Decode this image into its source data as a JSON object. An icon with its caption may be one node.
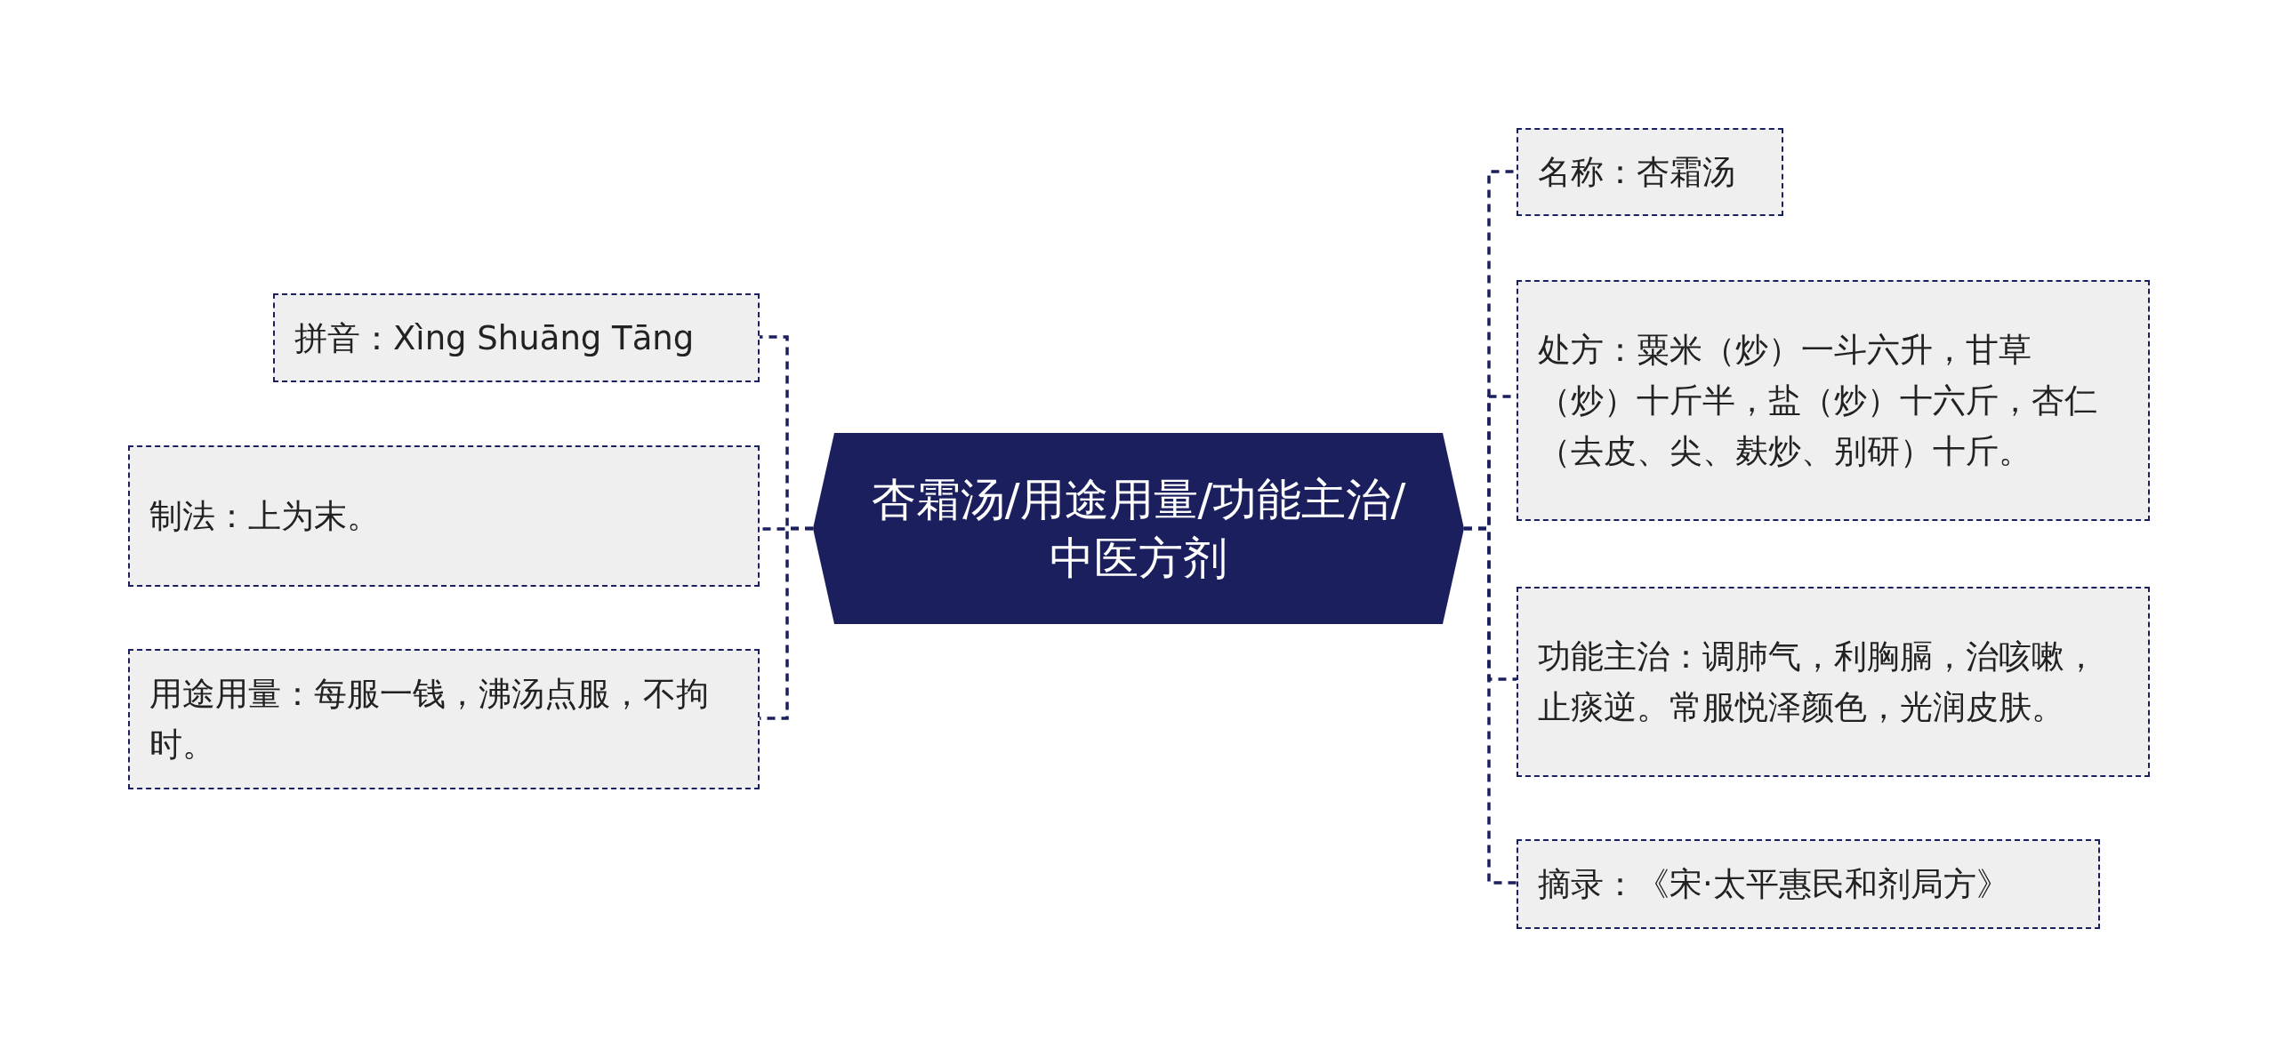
{
  "diagram": {
    "nodes": [
      {
        "text": [
          "杏霜汤/用途用量/功能主治/中医方剂"
        ]
      },
      {
        "text": [
          "拼音：Xìng Shuāng Tāng"
        ]
      },
      {
        "text": [
          "制法：上为末。"
        ]
      },
      {
        "text": [
          "用途用量：每服一钱，沸汤点服，不拘时。"
        ]
      },
      {
        "text": [
          "名称：杏霜汤"
        ]
      },
      {
        "text": [
          "处方：粟米（炒）一斗六升，甘草（炒）十斤半，盐（炒）十六斤，杏仁（去皮、尖、麸炒、别研）十斤。"
        ]
      },
      {
        "text": [
          "功能主治：调肺气，利胸膈，治咳嗽，止痰逆。常服悦泽颜色，光润皮肤。"
        ]
      },
      {
        "text": [
          "摘录：《宋·太平惠民和剂局方》"
        ]
      }
    ],
    "edges": [
      {
        "from": 0,
        "to": 1,
        "arrow": "none",
        "style": "dashed"
      },
      {
        "from": 0,
        "to": 2,
        "arrow": "none",
        "style": "dashed"
      },
      {
        "from": 0,
        "to": 3,
        "arrow": "none",
        "style": "dashed"
      },
      {
        "from": 0,
        "to": 4,
        "arrow": "none",
        "style": "dashed"
      },
      {
        "from": 0,
        "to": 5,
        "arrow": "none",
        "style": "dashed"
      },
      {
        "from": 0,
        "to": 6,
        "arrow": "none",
        "style": "dashed"
      },
      {
        "from": 0,
        "to": 7,
        "arrow": "none",
        "style": "dashed"
      }
    ]
  }
}
